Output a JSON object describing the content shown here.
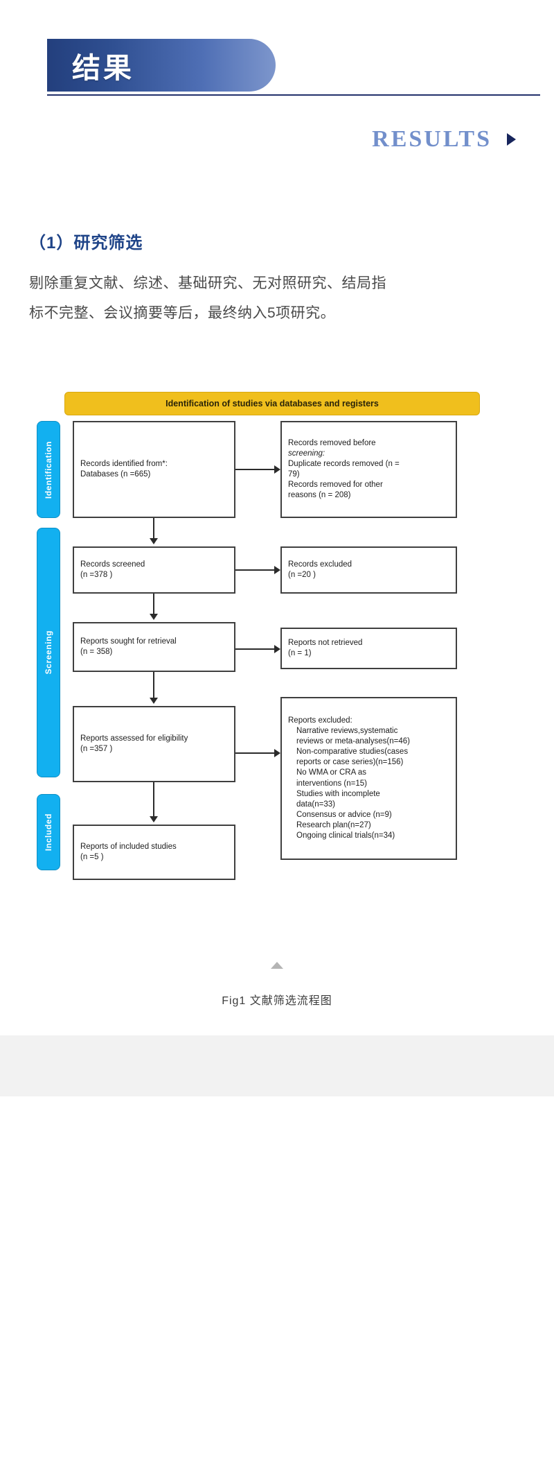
{
  "banner": {
    "title": "结果",
    "results_label": "RESULTS",
    "arrow_icon": "triangle-right-icon"
  },
  "article": {
    "sub_heading": "（1）研究筛选",
    "paragraph": "剔除重复文献、综述、基础研究、无对照研究、结局指标不完整、会议摘要等后，最终纳入5项研究。"
  },
  "figure": {
    "caption": "Fig1 文献筛选流程图",
    "scroll_caret_icon": "caret-up-icon"
  },
  "chart_data": {
    "type": "diagram",
    "title": "Identification of studies via databases and registers",
    "header_color": "#f0bf1d",
    "stage_color": "#12b0f0",
    "stages": [
      {
        "label": "Identification"
      },
      {
        "label": "Screening"
      },
      {
        "label": "Included"
      }
    ],
    "nodes": [
      {
        "id": "records-identified",
        "lines": [
          "Records identified from*:",
          "Databases (n =665)"
        ],
        "n": 665
      },
      {
        "id": "records-removed",
        "lines": [
          "Records removed before",
          "screening:",
          "Duplicate records removed  (n =",
          "79)",
          "Records removed for other",
          "reasons (n = 208)"
        ],
        "duplicates_removed": 79,
        "other_reasons_removed": 208
      },
      {
        "id": "records-screened",
        "lines": [
          "Records screened",
          "(n =378 )"
        ],
        "n": 378
      },
      {
        "id": "records-excluded",
        "lines": [
          "Records excluded",
          "(n =20 )"
        ],
        "n": 20
      },
      {
        "id": "reports-sought",
        "lines": [
          "Reports sought for retrieval",
          "(n = 358)"
        ],
        "n": 358
      },
      {
        "id": "reports-not-retrieved",
        "lines": [
          "Reports not retrieved",
          "(n = 1)"
        ],
        "n": 1
      },
      {
        "id": "reports-assessed",
        "lines": [
          "Reports assessed for eligibility",
          "(n =357 )"
        ],
        "n": 357
      },
      {
        "id": "reports-excluded",
        "title": "Reports excluded:",
        "items": [
          "Narrative reviews,systematic",
          "reviews or meta-analyses(n=46)",
          "Non-comparative studies(cases",
          "reports or case series)(n=156)",
          "No WMA or CRA as",
          "interventions (n=15)",
          "Studies with incomplete",
          "data(n=33)",
          "Consensus or advice (n=9)",
          "Research plan(n=27)",
          "Ongoing clinical trials(n=34)"
        ],
        "counts": {
          "narrative_systematic_meta": 46,
          "non_comparative": 156,
          "no_wma_or_cra": 15,
          "incomplete_data": 33,
          "consensus_or_advice": 9,
          "research_plan": 27,
          "ongoing_trials": 34
        }
      },
      {
        "id": "reports-included",
        "lines": [
          "Reports of included studies",
          "(n =5 )"
        ],
        "n": 5
      }
    ]
  }
}
